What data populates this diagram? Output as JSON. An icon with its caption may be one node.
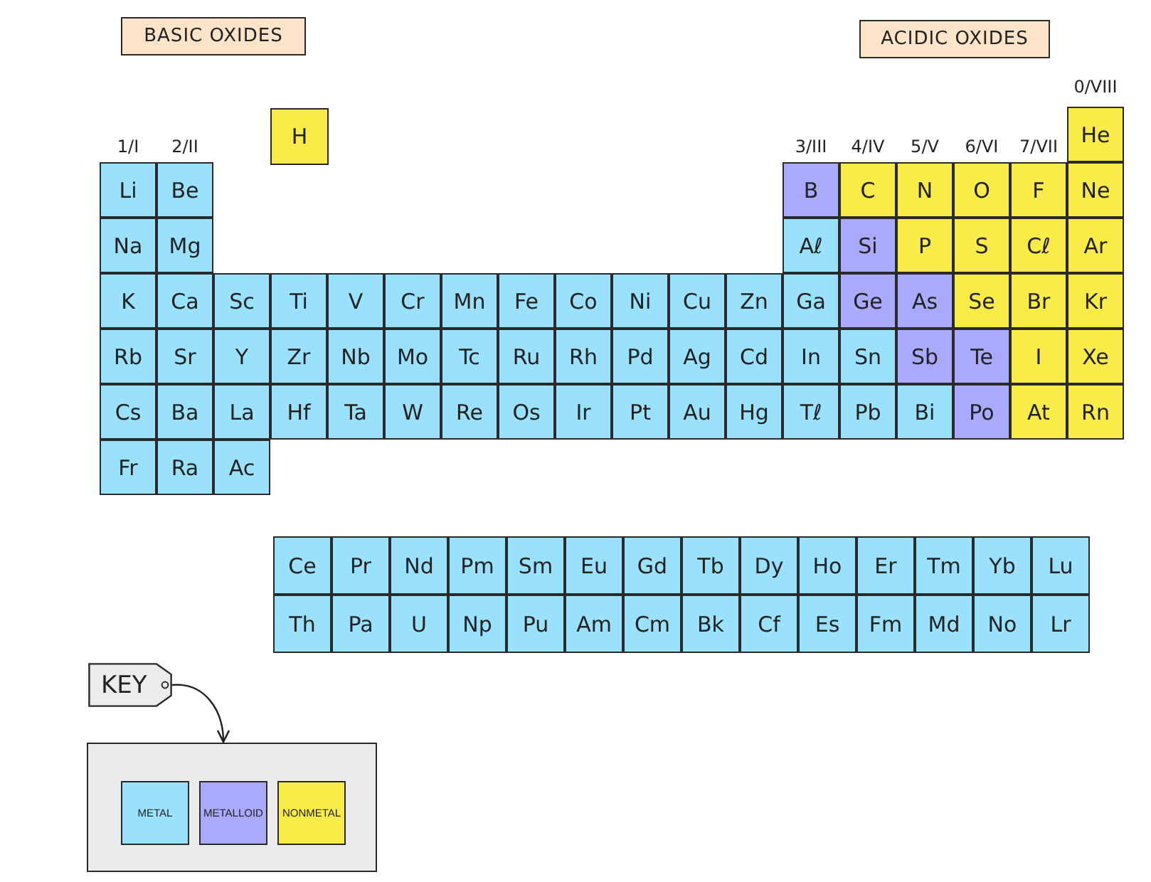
{
  "diagram": {
    "nodes": [
      {
        "text": [
          "BASIC OXIDES"
        ]
      },
      {
        "text": [
          "ACIDIC OXIDES"
        ]
      },
      {
        "text": [
          "H"
        ]
      },
      {
        "text": [
          "He"
        ]
      },
      {
        "text": [
          "Li"
        ]
      },
      {
        "text": [
          "Be"
        ]
      },
      {
        "text": [
          "B"
        ]
      },
      {
        "text": [
          "C"
        ]
      },
      {
        "text": [
          "N"
        ]
      },
      {
        "text": [
          "O"
        ]
      },
      {
        "text": [
          "F"
        ]
      },
      {
        "text": [
          "Ne"
        ]
      },
      {
        "text": [
          "Na"
        ]
      },
      {
        "text": [
          "Mg"
        ]
      },
      {
        "text": [
          "Aℓ"
        ]
      },
      {
        "text": [
          "Si"
        ]
      },
      {
        "text": [
          "P"
        ]
      },
      {
        "text": [
          "S"
        ]
      },
      {
        "text": [
          "Cℓ"
        ]
      },
      {
        "text": [
          "Ar"
        ]
      },
      {
        "text": [
          "K"
        ]
      },
      {
        "text": [
          "Ca"
        ]
      },
      {
        "text": [
          "Sc"
        ]
      },
      {
        "text": [
          "Ti"
        ]
      },
      {
        "text": [
          "V"
        ]
      },
      {
        "text": [
          "Cr"
        ]
      },
      {
        "text": [
          "Mn"
        ]
      },
      {
        "text": [
          "Fe"
        ]
      },
      {
        "text": [
          "Co"
        ]
      },
      {
        "text": [
          "Ni"
        ]
      },
      {
        "text": [
          "Cu"
        ]
      },
      {
        "text": [
          "Zn"
        ]
      },
      {
        "text": [
          "Ga"
        ]
      },
      {
        "text": [
          "Ge"
        ]
      },
      {
        "text": [
          "As"
        ]
      },
      {
        "text": [
          "Se"
        ]
      },
      {
        "text": [
          "Br"
        ]
      },
      {
        "text": [
          "Kr"
        ]
      },
      {
        "text": [
          "Rb"
        ]
      },
      {
        "text": [
          "Sr"
        ]
      },
      {
        "text": [
          "Y"
        ]
      },
      {
        "text": [
          "Zr"
        ]
      },
      {
        "text": [
          "Nb"
        ]
      },
      {
        "text": [
          "Mo"
        ]
      },
      {
        "text": [
          "Tc"
        ]
      },
      {
        "text": [
          "Ru"
        ]
      },
      {
        "text": [
          "Rh"
        ]
      },
      {
        "text": [
          "Pd"
        ]
      },
      {
        "text": [
          "Ag"
        ]
      },
      {
        "text": [
          "Cd"
        ]
      },
      {
        "text": [
          "In"
        ]
      },
      {
        "text": [
          "Sn"
        ]
      },
      {
        "text": [
          "Sb"
        ]
      },
      {
        "text": [
          "Te"
        ]
      },
      {
        "text": [
          "I"
        ]
      },
      {
        "text": [
          "Xe"
        ]
      },
      {
        "text": [
          "Cs"
        ]
      },
      {
        "text": [
          "Ba"
        ]
      },
      {
        "text": [
          "La"
        ]
      },
      {
        "text": [
          "Hf"
        ]
      },
      {
        "text": [
          "Ta"
        ]
      },
      {
        "text": [
          "W"
        ]
      },
      {
        "text": [
          "Re"
        ]
      },
      {
        "text": [
          "Os"
        ]
      },
      {
        "text": [
          "Ir"
        ]
      },
      {
        "text": [
          "Pt"
        ]
      },
      {
        "text": [
          "Au"
        ]
      },
      {
        "text": [
          "Hg"
        ]
      },
      {
        "text": [
          "Tℓ"
        ]
      },
      {
        "text": [
          "Pb"
        ]
      },
      {
        "text": [
          "Bi"
        ]
      },
      {
        "text": [
          "Po"
        ]
      },
      {
        "text": [
          "At"
        ]
      },
      {
        "text": [
          "Rn"
        ]
      },
      {
        "text": [
          "Fr"
        ]
      },
      {
        "text": [
          "Ra"
        ]
      },
      {
        "text": [
          "Ac"
        ]
      },
      {
        "text": [
          "Ce"
        ]
      },
      {
        "text": [
          "Pr"
        ]
      },
      {
        "text": [
          "Nd"
        ]
      },
      {
        "text": [
          "Pm"
        ]
      },
      {
        "text": [
          "Sm"
        ]
      },
      {
        "text": [
          "Eu"
        ]
      },
      {
        "text": [
          "Gd"
        ]
      },
      {
        "text": [
          "Tb"
        ]
      },
      {
        "text": [
          "Dy"
        ]
      },
      {
        "text": [
          "Ho"
        ]
      },
      {
        "text": [
          "Er"
        ]
      },
      {
        "text": [
          "Tm"
        ]
      },
      {
        "text": [
          "Yb"
        ]
      },
      {
        "text": [
          "Lu"
        ]
      },
      {
        "text": [
          "Th"
        ]
      },
      {
        "text": [
          "Pa"
        ]
      },
      {
        "text": [
          "U"
        ]
      },
      {
        "text": [
          "Np"
        ]
      },
      {
        "text": [
          "Pu"
        ]
      },
      {
        "text": [
          "Am"
        ]
      },
      {
        "text": [
          "Cm"
        ]
      },
      {
        "text": [
          "Bk"
        ]
      },
      {
        "text": [
          "Cf"
        ]
      },
      {
        "text": [
          "Es"
        ]
      },
      {
        "text": [
          "Fm"
        ]
      },
      {
        "text": [
          "Md"
        ]
      },
      {
        "text": [
          "No"
        ]
      },
      {
        "text": [
          "Lr"
        ]
      },
      {
        "text": [
          "KEY"
        ]
      },
      {
        "text": [],
        "shape": "box"
      }
    ],
    "edges": [
      {
        "from": 105,
        "to": 106,
        "arrow": "to"
      }
    ],
    "labels": [
      "1/I",
      "2/II",
      "3/III",
      "4/IV",
      "5/V",
      "6/VI",
      "7/VII",
      "0/VIII"
    ],
    "legend": [
      {
        "text": "METAL",
        "color": "#99e1fc"
      },
      {
        "text": "METALLOID",
        "color": "#a9a9fd"
      },
      {
        "text": "NONMETAL",
        "color": "#f9ec48"
      }
    ]
  }
}
